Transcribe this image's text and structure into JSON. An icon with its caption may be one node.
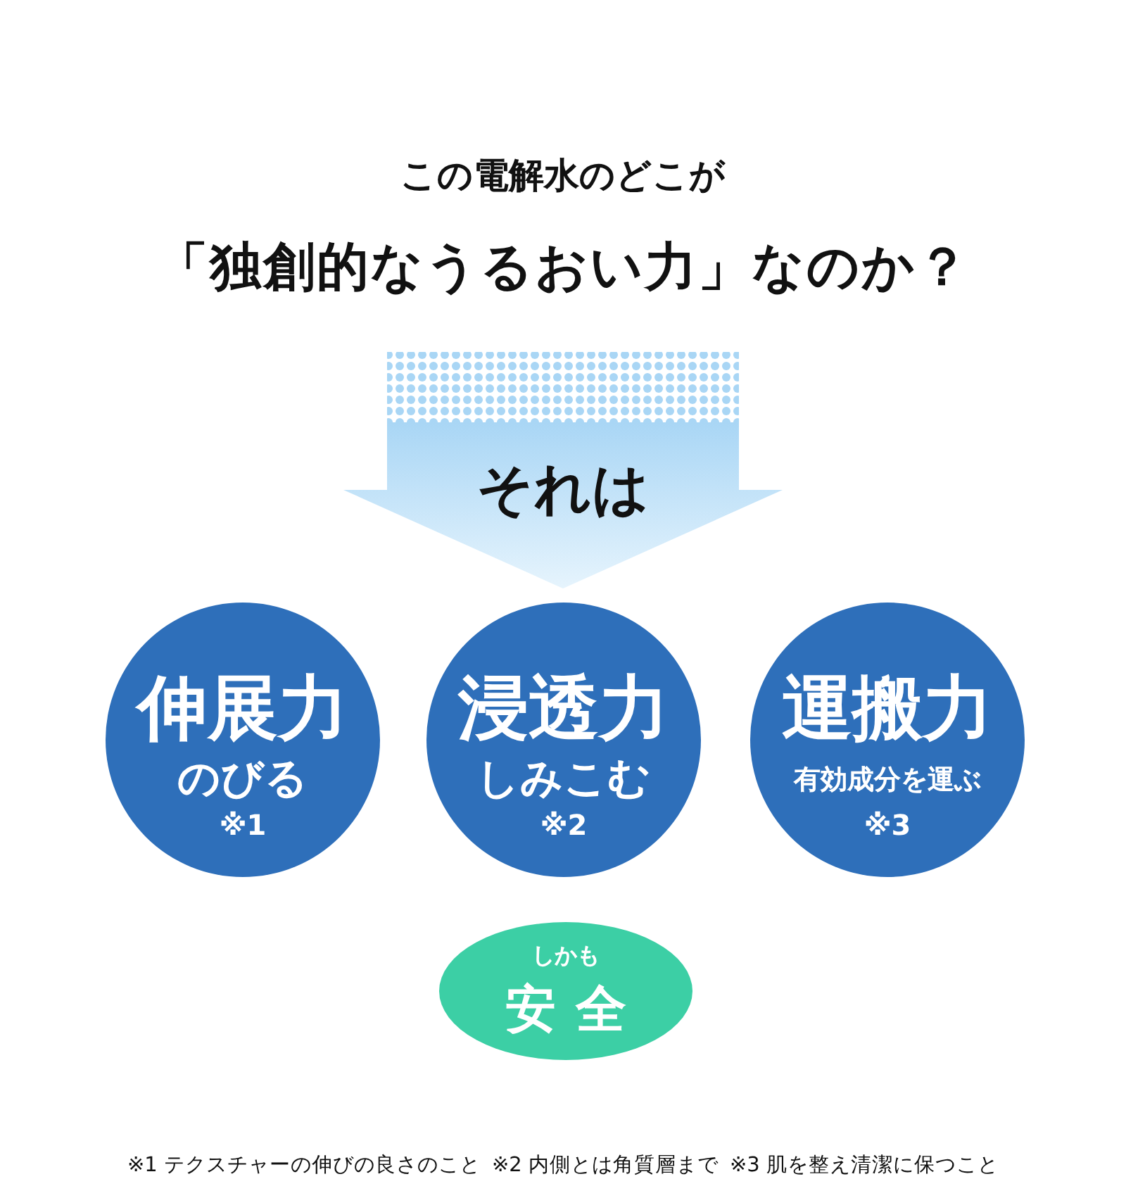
{
  "diagram": {
    "title": "「独創的なうるおい力」なのか？",
    "nodes": [
      {
        "text": [
          "それは"
        ]
      },
      {
        "text": [
          "伸展力",
          "のびる",
          "※1"
        ]
      },
      {
        "text": [
          "浸透力",
          "しみこむ",
          "※2"
        ]
      },
      {
        "text": [
          "運搬力",
          "有効成分を運ぶ",
          "※3"
        ]
      },
      {
        "text": [
          "しかも",
          "安全"
        ]
      }
    ],
    "labels": [
      "この電解水のどこが",
      "※1 テクスチャーの伸びの良さのこと",
      "※2 内側とは角質層まで",
      "※3 肌を整え清潔に保つこと"
    ]
  }
}
